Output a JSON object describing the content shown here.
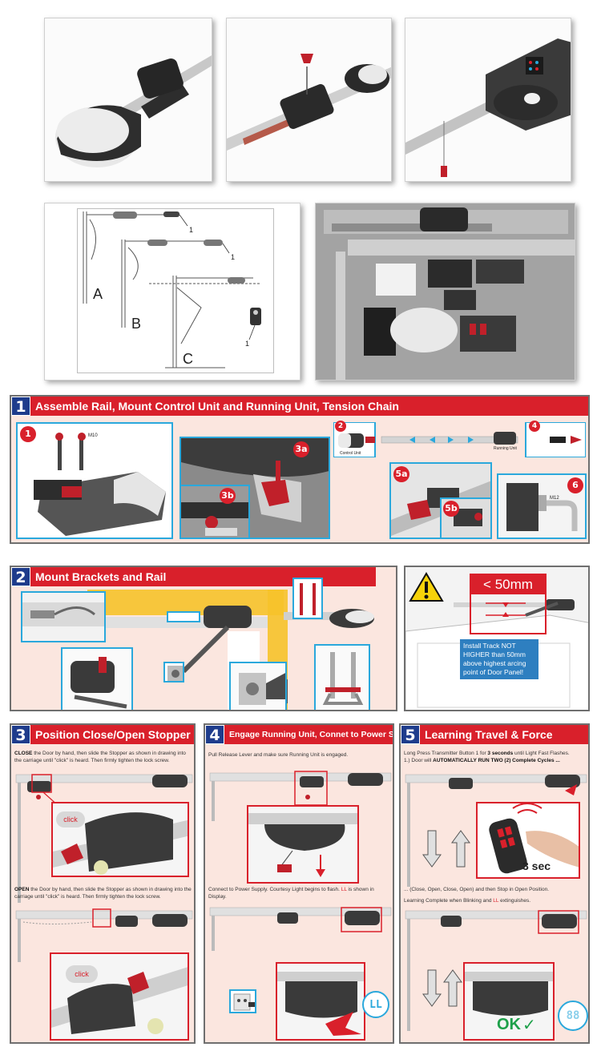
{
  "top_photos": {
    "diagram_labels": {
      "A": "A",
      "B": "B",
      "C": "C",
      "callout_1": "1"
    }
  },
  "sections": [
    {
      "number": "1",
      "title": "Assemble Rail, Mount Control Unit and Running Unit, Tension Chain",
      "badges": [
        "1",
        "2",
        "3a",
        "3b",
        "4",
        "5a",
        "5b",
        "6"
      ],
      "labels": {
        "bolt": "M10",
        "control_unit": "Control Unit",
        "running_unit": "Running Unit",
        "screw": "M12"
      }
    },
    {
      "number": "2",
      "title": "Mount Brackets and Rail"
    },
    {
      "number": "",
      "title": "",
      "warning": {
        "distance": "< 50mm",
        "text": "Install Track NOT HIGHER than 50mm above highest arcing point of Door Panel!"
      }
    },
    {
      "number": "3",
      "title": "Position Close/Open Stopper",
      "note_top_bold": "CLOSE",
      "note_top": " the Door by hand, then slide the Stopper as shown in drawing into the carriage until \"click\" is heard. Then firmly tighten the lock screw.",
      "note_bottom_bold": "OPEN",
      "note_bottom": " the Door by hand, then slide the Stopper as shown in drawing into the carriage until \"click\" is heard. Then firmly tighten the lock screw.",
      "click_label": "click"
    },
    {
      "number": "4",
      "title": "Engage Running Unit, Connet to Power Supply",
      "note_top": "Pull Release Lever and make sure Running Unit is engaged.",
      "note_bottom_a": "Connect to Power Supply. Courtesy Light begins to flash. ",
      "note_bottom_code": "LL",
      "note_bottom_b": " is shown in Display.",
      "display_code": "LL"
    },
    {
      "number": "5",
      "title": "Learning Travel & Force",
      "note_top_a": "Long Press Transmitter Button 1 for ",
      "note_top_bold": "3 seconds",
      "note_top_b": " until Light Fast Flashes.",
      "note_top_line2_a": "1.) Door will ",
      "note_top_line2_bold": "AUTOMATICALLY RUN TWO (2) Complete Cycles ...",
      "note_mid": "... (Close, Open, Close, Open) and then Stop in Open Position.",
      "note_learn_a": "Learning Complete when Blinking and ",
      "note_learn_code": "LL",
      "note_learn_b": " extinguishes.",
      "press_label": "3 sec",
      "ok_label": "OK",
      "display_code": "88"
    }
  ],
  "colors": {
    "section_bg": "#fbe6df",
    "number_box": "#1e3c8c",
    "title_bar": "#d9202b",
    "panel_border": "#2aa8dc",
    "warning_yellow": "#f6d20a"
  }
}
